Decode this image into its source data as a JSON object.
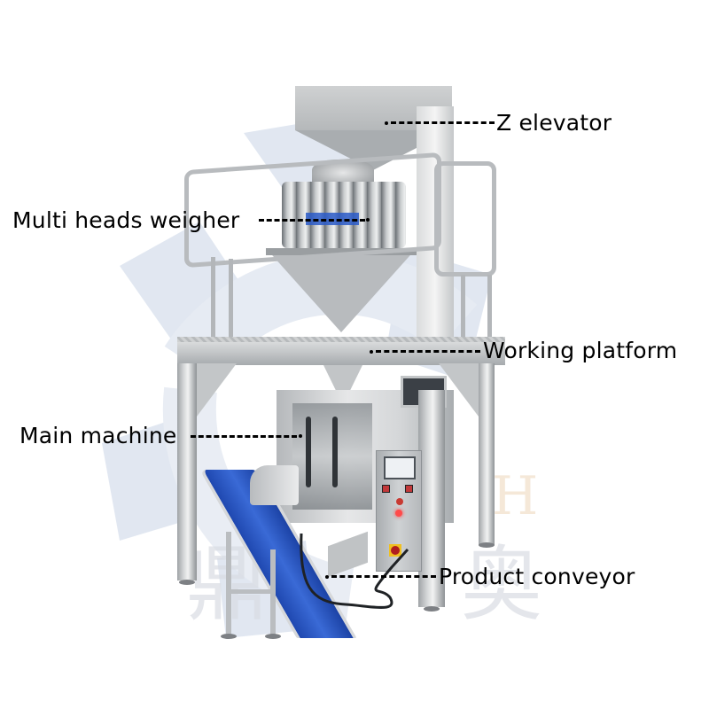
{
  "figure": {
    "subject": "Vertical packaging machine with multihead weigher",
    "background_color": "#ffffff",
    "watermark": {
      "gear_color": "#c7d4e6",
      "characters": [
        "鼎",
        "奥"
      ],
      "letter": "H",
      "letter_color": "#f0d9bd"
    },
    "accent_colors": {
      "conveyor_belt": "#2450b8",
      "steel": "#c8cacc",
      "indicator_red": "#e03030",
      "leader_line": "#000000"
    }
  },
  "labels": [
    {
      "id": "z-elevator",
      "text": "Z elevator",
      "side": "right"
    },
    {
      "id": "multi-heads-weigher",
      "text": "Multi heads weigher",
      "side": "left"
    },
    {
      "id": "working-platform",
      "text": "Working platform",
      "side": "right"
    },
    {
      "id": "main-machine",
      "text": "Main machine",
      "side": "left"
    },
    {
      "id": "product-conveyor",
      "text": "Product conveyor",
      "side": "right"
    }
  ],
  "control_panel": {
    "components": [
      "touch screen",
      "indicator lights",
      "push buttons",
      "emergency stop"
    ]
  }
}
